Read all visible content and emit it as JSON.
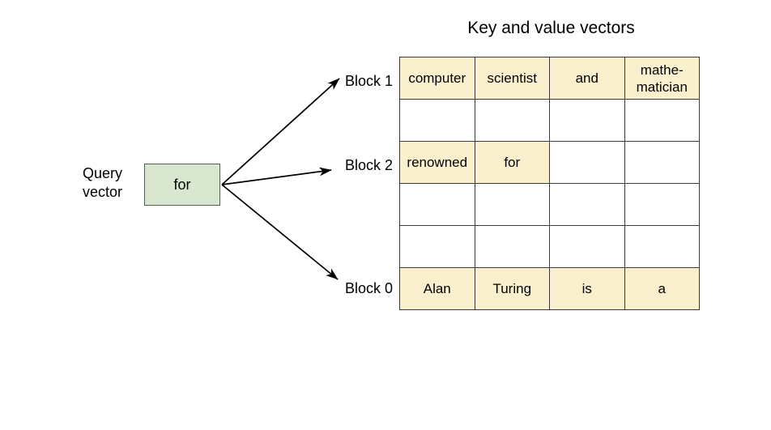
{
  "title": "Key and value vectors",
  "query": {
    "label_line1": "Query",
    "label_line2": "vector",
    "token": "for"
  },
  "blocks": [
    {
      "label": "Block 1"
    },
    {
      "label": "Block 2"
    },
    {
      "label": "Block 0"
    }
  ],
  "colors": {
    "filled_cell": "#faf0cd",
    "empty_cell": "#ffffff",
    "query_box": "#d9e7d0",
    "query_box_border": "#54614f",
    "grid_border": "#3a3a3a",
    "arrow": "#000000",
    "text": "#000000",
    "background": "#ffffff"
  },
  "table": {
    "columns": 4,
    "rows": 6,
    "cells": [
      [
        {
          "text": "computer",
          "filled": true
        },
        {
          "text": "scientist",
          "filled": true
        },
        {
          "text": "and",
          "filled": true
        },
        {
          "text": "mathe-",
          "text2": "matician",
          "filled": true
        }
      ],
      [
        {
          "text": "",
          "filled": false
        },
        {
          "text": "",
          "filled": false
        },
        {
          "text": "",
          "filled": false
        },
        {
          "text": "",
          "filled": false
        }
      ],
      [
        {
          "text": "renowned",
          "filled": true
        },
        {
          "text": "for",
          "filled": true
        },
        {
          "text": "",
          "filled": false
        },
        {
          "text": "",
          "filled": false
        }
      ],
      [
        {
          "text": "",
          "filled": false
        },
        {
          "text": "",
          "filled": false
        },
        {
          "text": "",
          "filled": false
        },
        {
          "text": "",
          "filled": false
        }
      ],
      [
        {
          "text": "",
          "filled": false
        },
        {
          "text": "",
          "filled": false
        },
        {
          "text": "",
          "filled": false
        },
        {
          "text": "",
          "filled": false
        }
      ],
      [
        {
          "text": "Alan",
          "filled": true
        },
        {
          "text": "Turing",
          "filled": true
        },
        {
          "text": "is",
          "filled": true
        },
        {
          "text": "a",
          "filled": true
        }
      ]
    ]
  }
}
